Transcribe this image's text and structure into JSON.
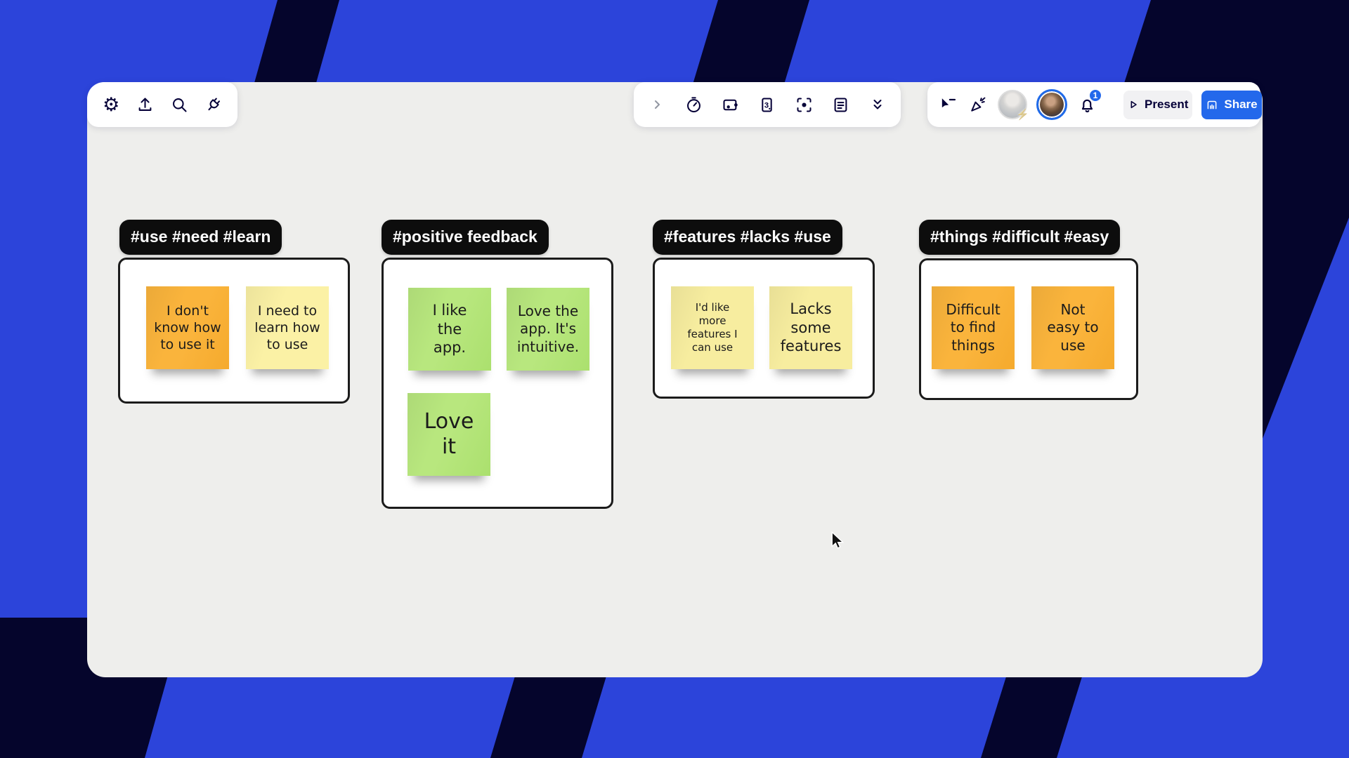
{
  "background": {
    "base_color": "#2C44DA",
    "stripe_color": "#05052C",
    "canvas_color": "#EEEEEC"
  },
  "toolbar_left": {
    "icons": [
      "settings-gear-icon",
      "export-upload-icon",
      "search-icon",
      "apps-plug-icon"
    ]
  },
  "toolbar_center": {
    "icons": [
      "expand-chevron-icon",
      "timer-icon",
      "talktrack-frame-icon",
      "estimation-card-icon",
      "spotlight-icon",
      "notes-doc-icon",
      "collapse-double-chevron-icon"
    ],
    "estimation_card_number": "3"
  },
  "toolbar_right": {
    "icons": [
      "collaborator-cursor-icon",
      "reactions-wand-icon",
      "notification-bell-icon"
    ],
    "avatars": [
      {
        "name": "collaborator-avatar-offline",
        "status": "offline-lightning"
      },
      {
        "name": "collaborator-avatar-active",
        "status": "active-blue-ring"
      }
    ],
    "notification_count": "1",
    "present_label": "Present",
    "share_label": "Share",
    "share_color": "#2368EB"
  },
  "groups": [
    {
      "tag": "#use #need #learn",
      "notes": [
        {
          "text": "I don't know how to use it",
          "color": "#FAB43C"
        },
        {
          "text": "I need to learn how to use",
          "color": "#FBF1A5"
        }
      ]
    },
    {
      "tag": "#positive feedback",
      "notes": [
        {
          "text": "I like the app.",
          "color": "#B8E77E"
        },
        {
          "text": "Love the app. It's intuitive.",
          "color": "#B8E77E"
        },
        {
          "text": "Love it",
          "color": "#B8E77E"
        }
      ]
    },
    {
      "tag": "#features #lacks #use",
      "notes": [
        {
          "text": "I'd like more features I can use",
          "color": "#F7ED9F"
        },
        {
          "text": "Lacks some features",
          "color": "#F7ED9F"
        }
      ]
    },
    {
      "tag": "#things #difficult #easy",
      "notes": [
        {
          "text": "Difficult to find things",
          "color": "#FAB43C"
        },
        {
          "text": "Not easy to use",
          "color": "#FAB43C"
        }
      ]
    }
  ],
  "cursor": {
    "visible": true
  }
}
